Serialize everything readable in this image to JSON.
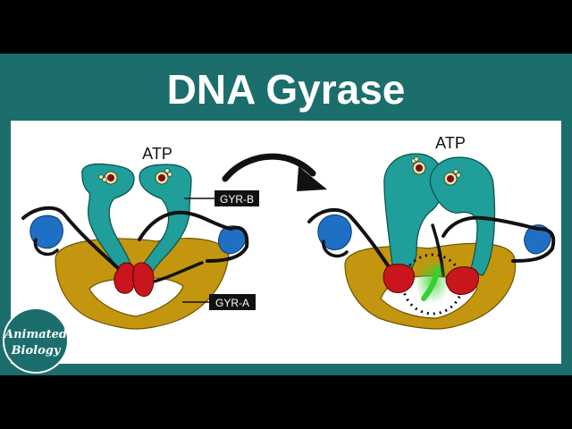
{
  "title": "DNA Gyrase",
  "labels": {
    "atp_left": "ATP",
    "atp_right": "ATP",
    "gyr_b": "GYR-B",
    "gyr_a": "GYR-A"
  },
  "logo": {
    "line1": "Animated",
    "line2": "Biology"
  },
  "colors": {
    "frame": "#1b6e6c",
    "gyr_b": "#1f9e9a",
    "gyr_a": "#c4960f",
    "red_domain": "#c8161c",
    "blue_domain": "#1f6fc4",
    "dna_break": "#35d12f"
  }
}
